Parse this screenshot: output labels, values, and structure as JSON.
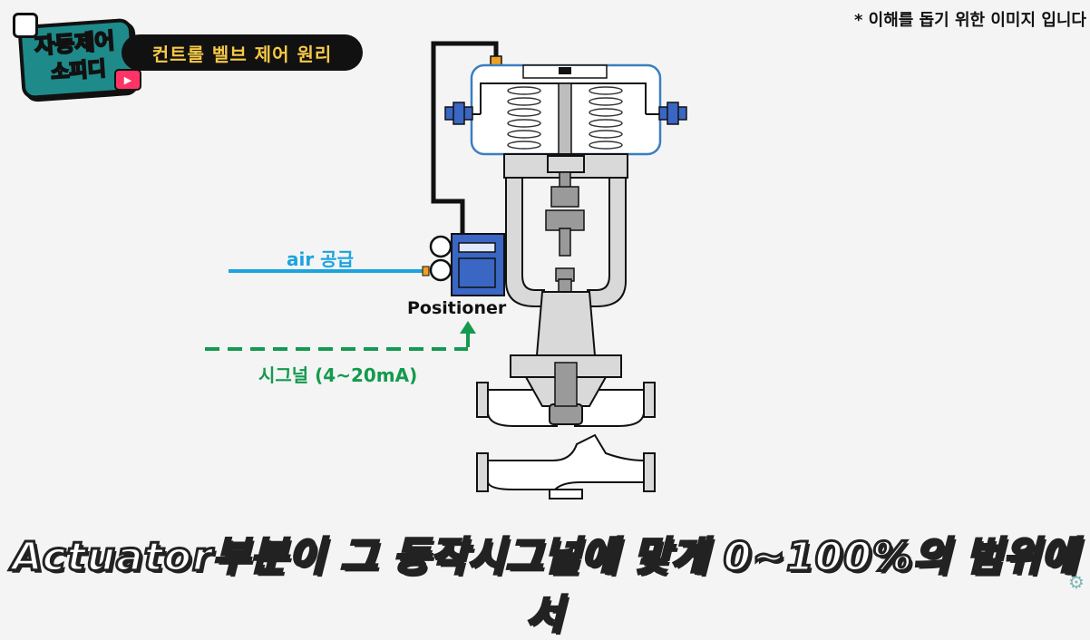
{
  "logo": {
    "line1": "자동제어",
    "line2": "소피디",
    "play": "▶"
  },
  "title": "컨트롤 벨브 제어 원리",
  "note": "* 이해를 돕기 위한 이미지 입니다",
  "diagram": {
    "air_label": "air 공급",
    "positioner_label": "Positioner",
    "signal_label": "시그널 (4~20mA)"
  },
  "caption": "Actuator부분이 그 동작시그널에 맞게 0~100%의 범위에서",
  "colors": {
    "air_line": "#1ba3e0",
    "signal_line": "#149a4e",
    "positioner": "#3a66c4",
    "actuator_border": "#3a7fc0",
    "title_text": "#f7c948"
  },
  "icons": [
    "settings-gear-icon",
    "play-icon",
    "thumbs-up-icon"
  ]
}
